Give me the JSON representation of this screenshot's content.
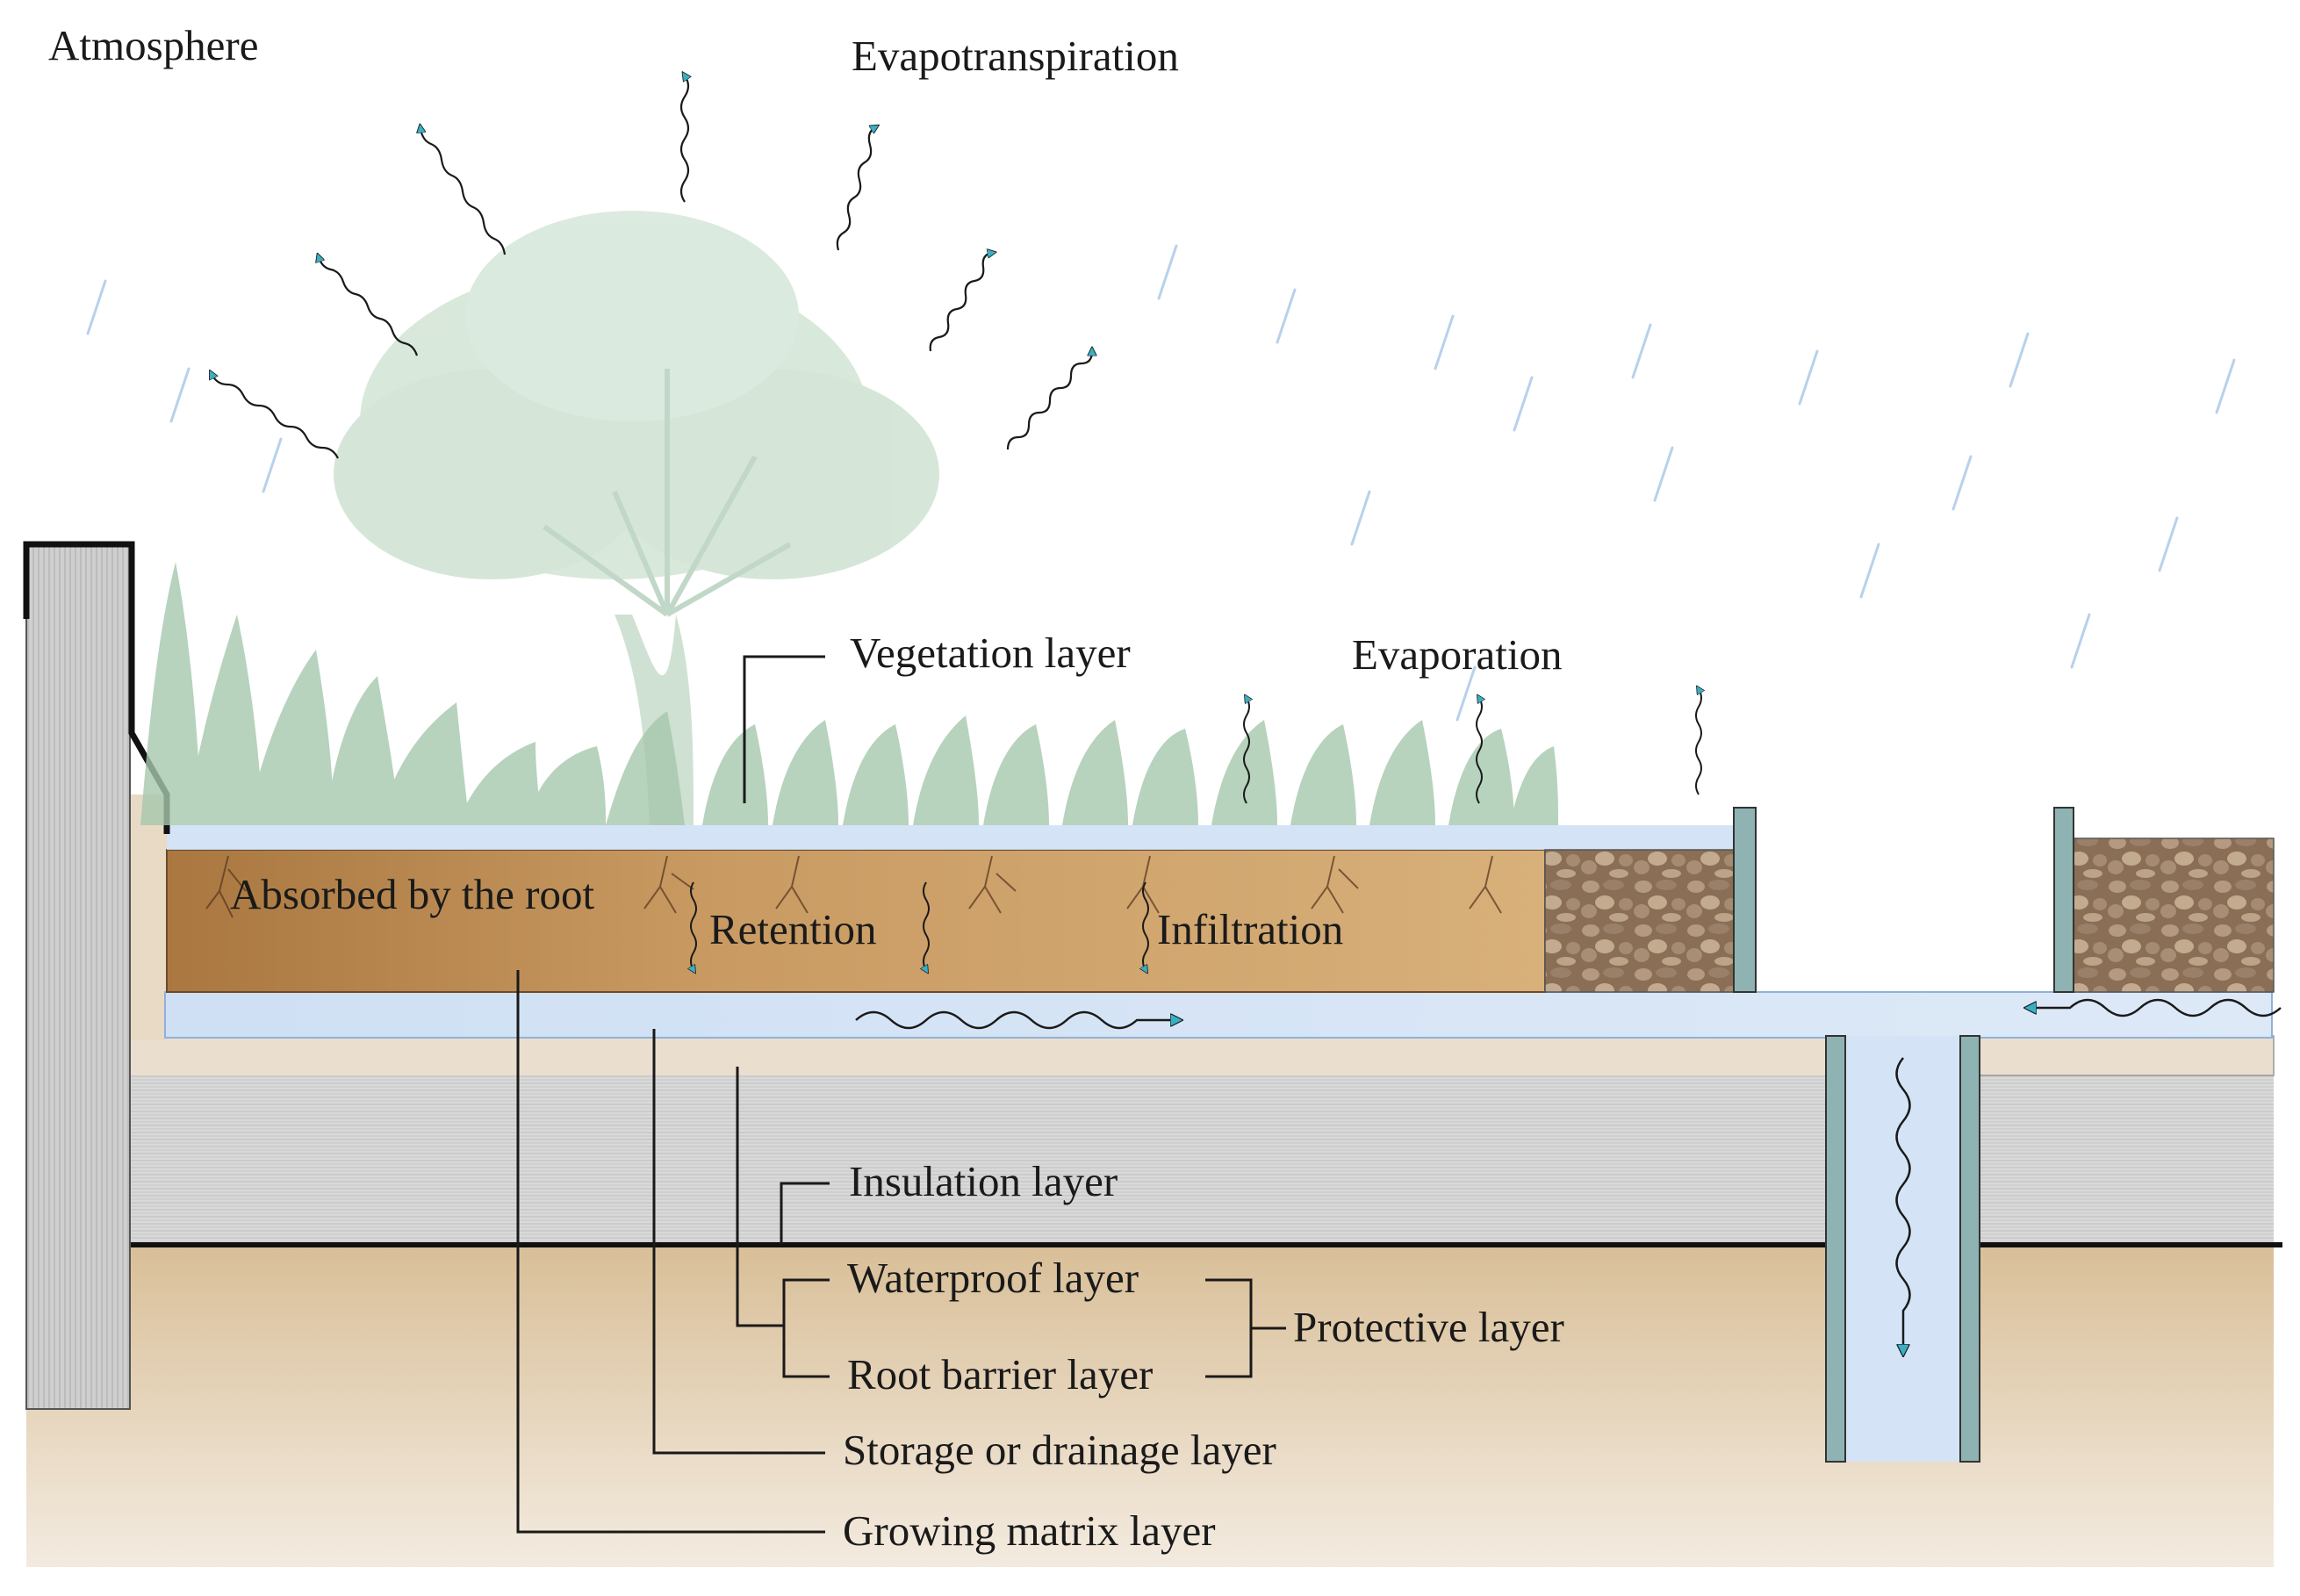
{
  "labels": {
    "atmosphere": "Atmosphere",
    "evapotranspiration": "Evapotranspiration",
    "vegetation_layer": "Vegetation layer",
    "evaporation": "Evaporation",
    "absorbed_by_root": "Absorbed by the root",
    "retention": "Retention",
    "infiltration": "Infiltration",
    "insulation_layer": "Insulation layer",
    "waterproof_layer": "Waterproof layer",
    "root_barrier_layer": "Root barrier layer",
    "protective_layer": "Protective layer",
    "storage_drainage_layer": "Storage or drainage layer",
    "growing_matrix_layer": "Growing matrix layer"
  },
  "colors": {
    "soil": "#c9a06a",
    "soil_dark": "#a57a48",
    "water": "#cfe1f5",
    "water_edge": "#9fc2e8",
    "insulation": "#d6d6d6",
    "ground": "#e3cfb3",
    "vegetation": "#9cc3a4",
    "arrow_teal": "#3aaec3",
    "gravel": "#8b6a4e",
    "post": "#8fb3b3"
  }
}
